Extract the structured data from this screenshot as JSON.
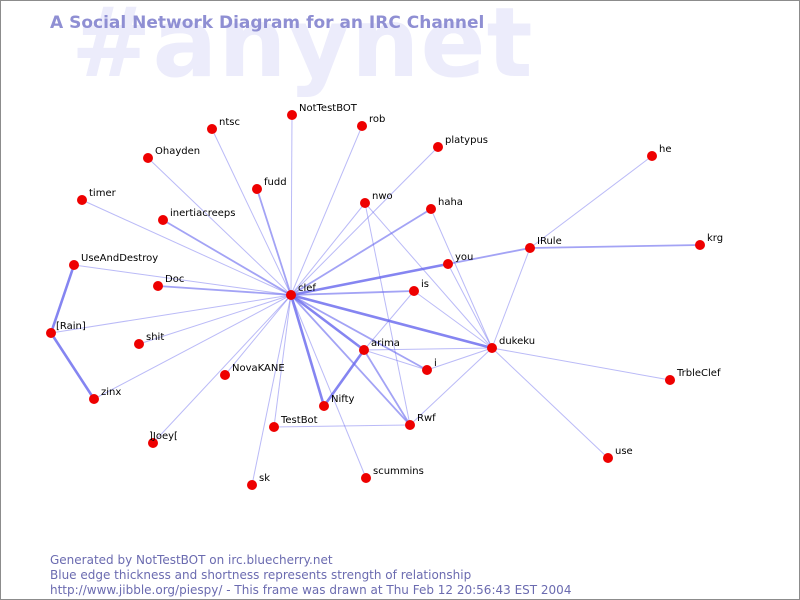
{
  "watermark": "#anynet",
  "title": "A Social Network Diagram for an IRC Channel",
  "footer": {
    "line1": "Generated by NotTestBOT on irc.bluecherry.net",
    "line2": "Blue edge thickness and shortness represents strength of relationship",
    "line3": "http://www.jibble.org/piespy/ - This frame was drawn at Thu Feb 12 20:56:43 EST 2004"
  },
  "colors": {
    "node": "#ee0000",
    "edge": "#6666ee",
    "title": "#8f8fd3",
    "watermark": "#ececfb"
  },
  "nodes": [
    {
      "id": "clef",
      "label": "clef"
    },
    {
      "id": "NotTestBOT",
      "label": "NotTestBOT"
    },
    {
      "id": "rob",
      "label": "rob"
    },
    {
      "id": "ntsc",
      "label": "ntsc"
    },
    {
      "id": "platypus",
      "label": "platypus"
    },
    {
      "id": "Ohayden",
      "label": "Ohayden"
    },
    {
      "id": "he",
      "label": "he"
    },
    {
      "id": "fudd",
      "label": "fudd"
    },
    {
      "id": "nwo",
      "label": "nwo"
    },
    {
      "id": "haha",
      "label": "haha"
    },
    {
      "id": "timer",
      "label": "timer"
    },
    {
      "id": "inertiacreeps",
      "label": "inertiacreeps"
    },
    {
      "id": "IRule",
      "label": "IRule"
    },
    {
      "id": "krg",
      "label": "krg"
    },
    {
      "id": "UseAndDestroy",
      "label": "UseAndDestroy"
    },
    {
      "id": "you",
      "label": "you"
    },
    {
      "id": "Doc",
      "label": "Doc"
    },
    {
      "id": "is",
      "label": "is"
    },
    {
      "id": "IRain",
      "label": "[Rain]"
    },
    {
      "id": "shit",
      "label": "shit"
    },
    {
      "id": "arima",
      "label": "arima"
    },
    {
      "id": "dukeku",
      "label": "dukeku"
    },
    {
      "id": "NovaKANE",
      "label": "NovaKANE"
    },
    {
      "id": "i",
      "label": "i"
    },
    {
      "id": "TrbleClef",
      "label": "TrbleClef"
    },
    {
      "id": "zinx",
      "label": "zinx"
    },
    {
      "id": "Nifty",
      "label": "Nifty"
    },
    {
      "id": "TestBot",
      "label": "TestBot"
    },
    {
      "id": "Rwf",
      "label": "Rwf"
    },
    {
      "id": "Joey",
      "label": "]Joey["
    },
    {
      "id": "use",
      "label": "use"
    },
    {
      "id": "sk",
      "label": "sk"
    },
    {
      "id": "scummins",
      "label": "scummins"
    }
  ],
  "edges": [
    {
      "source": "clef",
      "target": "NotTestBOT",
      "weight": 1
    },
    {
      "source": "clef",
      "target": "rob",
      "weight": 1
    },
    {
      "source": "clef",
      "target": "ntsc",
      "weight": 1
    },
    {
      "source": "clef",
      "target": "platypus",
      "weight": 1
    },
    {
      "source": "clef",
      "target": "Ohayden",
      "weight": 1
    },
    {
      "source": "clef",
      "target": "fudd",
      "weight": 2
    },
    {
      "source": "clef",
      "target": "nwo",
      "weight": 1
    },
    {
      "source": "clef",
      "target": "haha",
      "weight": 2
    },
    {
      "source": "clef",
      "target": "timer",
      "weight": 1
    },
    {
      "source": "clef",
      "target": "inertiacreeps",
      "weight": 2
    },
    {
      "source": "clef",
      "target": "UseAndDestroy",
      "weight": 1
    },
    {
      "source": "clef",
      "target": "you",
      "weight": 3
    },
    {
      "source": "clef",
      "target": "Doc",
      "weight": 2
    },
    {
      "source": "clef",
      "target": "is",
      "weight": 2
    },
    {
      "source": "clef",
      "target": "IRain",
      "weight": 1
    },
    {
      "source": "clef",
      "target": "shit",
      "weight": 1
    },
    {
      "source": "clef",
      "target": "arima",
      "weight": 3
    },
    {
      "source": "clef",
      "target": "dukeku",
      "weight": 3
    },
    {
      "source": "clef",
      "target": "NovaKANE",
      "weight": 1
    },
    {
      "source": "clef",
      "target": "i",
      "weight": 2
    },
    {
      "source": "clef",
      "target": "zinx",
      "weight": 1
    },
    {
      "source": "clef",
      "target": "Nifty",
      "weight": 3
    },
    {
      "source": "clef",
      "target": "TestBot",
      "weight": 1
    },
    {
      "source": "clef",
      "target": "Rwf",
      "weight": 2
    },
    {
      "source": "clef",
      "target": "Joey",
      "weight": 1
    },
    {
      "source": "clef",
      "target": "sk",
      "weight": 1
    },
    {
      "source": "clef",
      "target": "scummins",
      "weight": 1
    },
    {
      "source": "IRain",
      "target": "UseAndDestroy",
      "weight": 3
    },
    {
      "source": "IRain",
      "target": "zinx",
      "weight": 3
    },
    {
      "source": "IRule",
      "target": "he",
      "weight": 1
    },
    {
      "source": "IRule",
      "target": "krg",
      "weight": 2
    },
    {
      "source": "IRule",
      "target": "you",
      "weight": 2
    },
    {
      "source": "IRule",
      "target": "dukeku",
      "weight": 1
    },
    {
      "source": "dukeku",
      "target": "you",
      "weight": 1
    },
    {
      "source": "dukeku",
      "target": "haha",
      "weight": 1
    },
    {
      "source": "dukeku",
      "target": "nwo",
      "weight": 1
    },
    {
      "source": "dukeku",
      "target": "arima",
      "weight": 1
    },
    {
      "source": "dukeku",
      "target": "i",
      "weight": 1
    },
    {
      "source": "dukeku",
      "target": "Rwf",
      "weight": 1
    },
    {
      "source": "dukeku",
      "target": "TrbleClef",
      "weight": 1
    },
    {
      "source": "dukeku",
      "target": "use",
      "weight": 1
    },
    {
      "source": "dukeku",
      "target": "is",
      "weight": 1
    },
    {
      "source": "nwo",
      "target": "Rwf",
      "weight": 1
    },
    {
      "source": "arima",
      "target": "Nifty",
      "weight": 3
    },
    {
      "source": "arima",
      "target": "Rwf",
      "weight": 2
    },
    {
      "source": "arima",
      "target": "i",
      "weight": 1
    },
    {
      "source": "arima",
      "target": "is",
      "weight": 1
    },
    {
      "source": "TestBot",
      "target": "Rwf",
      "weight": 1
    }
  ]
}
